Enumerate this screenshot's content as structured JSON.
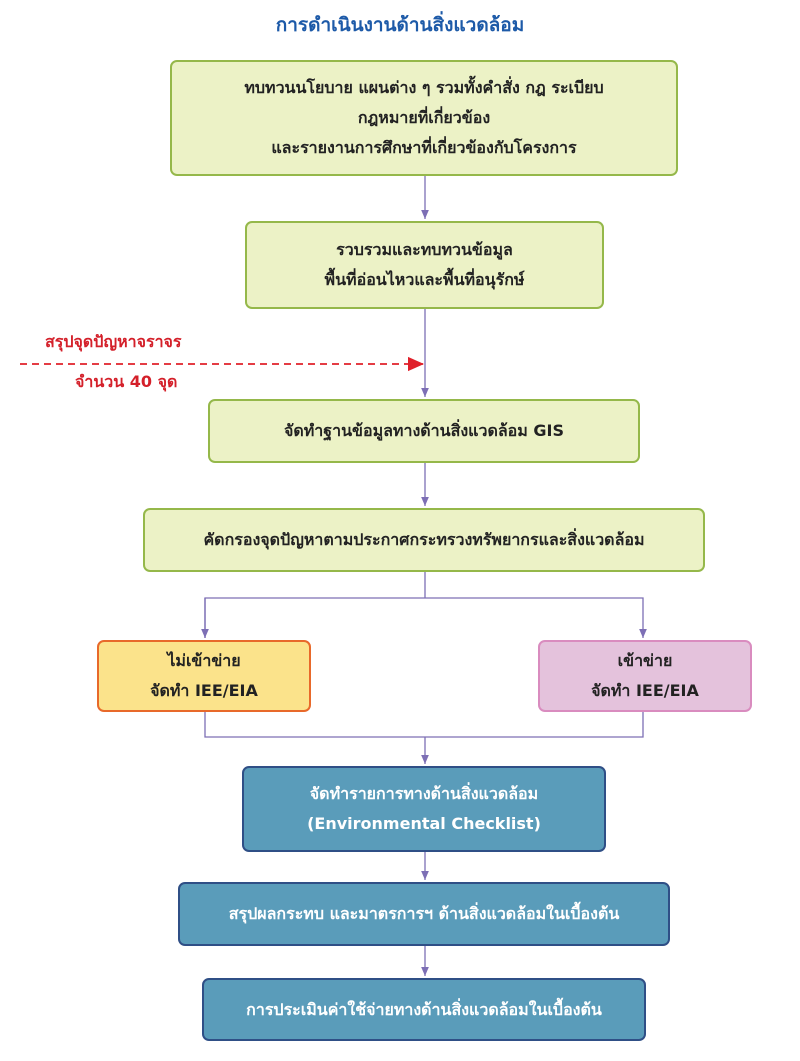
{
  "title": "การดำเนินงานด้านสิ่งแวดล้อม",
  "steps": {
    "review_policy": [
      "ทบทวนนโยบาย แผนต่าง ๆ รวมทั้งคำสั่ง กฎ ระเบียบ",
      "กฎหมายที่เกี่ยวข้อง",
      "และรายงานการศึกษาที่เกี่ยวข้องกับโครงการ"
    ],
    "collect_data": [
      "รวบรวมและทบทวนข้อมูล",
      "พื้นที่อ่อนไหวและพื้นที่อนุรักษ์"
    ],
    "gis": "จัดทำฐานข้อมูลทางด้านสิ่งแวดล้อม GIS",
    "screening": "คัดกรองจุดปัญหาตามประกาศกระทรวงทรัพยากรและสิ่งแวดล้อม",
    "not_required": [
      "ไม่เข้าข่าย",
      "จัดทำ IEE/EIA"
    ],
    "required": [
      "เข้าข่าย",
      "จัดทำ IEE/EIA"
    ],
    "checklist": [
      "จัดทำรายการทางด้านสิ่งแวดล้อม",
      "(Environmental Checklist)"
    ],
    "summary": "สรุปผลกระทบ และมาตรการฯ ด้านสิ่งแวดล้อมในเบื้องต้น",
    "cost": "การประเมินค่าใช้จ่ายทางด้านสิ่งแวดล้อมในเบื้องต้น"
  },
  "side_input": {
    "line1": "สรุปจุดปัญหาจราจร",
    "line2": "จำนวน 40 จุด"
  }
}
